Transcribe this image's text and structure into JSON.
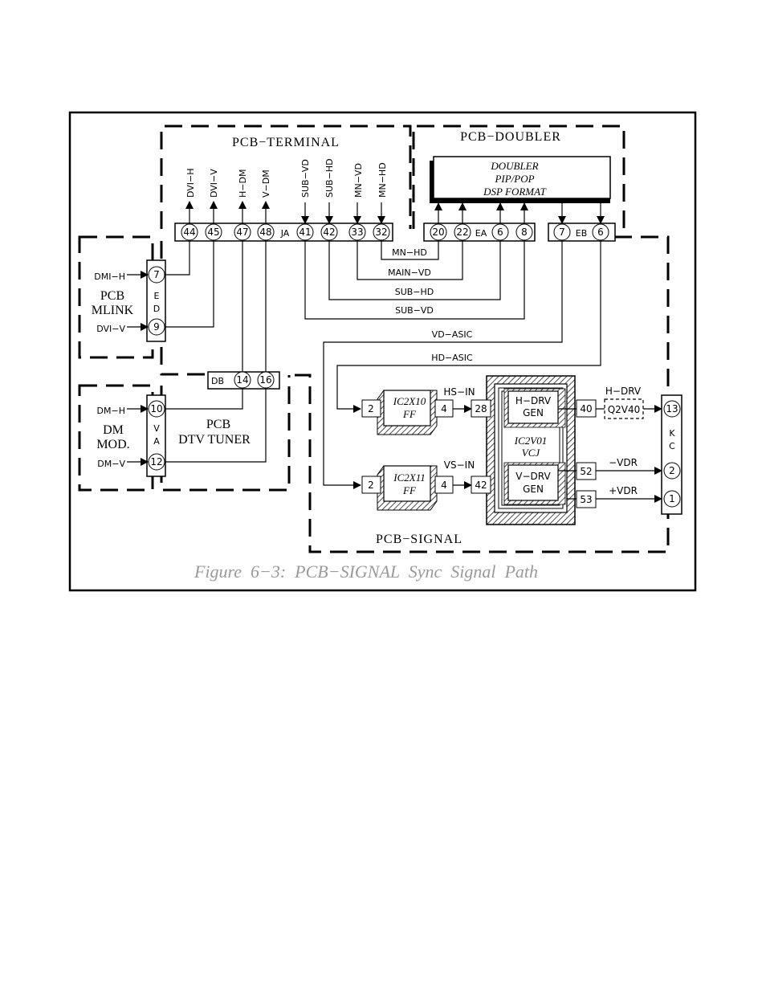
{
  "colors": {
    "ink": "#000000",
    "paper": "#ffffff",
    "caption": "#9a9a9a",
    "shadow": "#000000"
  },
  "boards": {
    "terminal": "PCB−TERMINAL",
    "doubler": "PCB−DOUBLER",
    "mlink_line1": "PCB",
    "mlink_line2": "MLINK",
    "dm_line1": "DM",
    "dm_line2": "MOD.",
    "dtv_line1": "PCB",
    "dtv_line2": "DTV  TUNER",
    "signal": "PCB−SIGNAL"
  },
  "doubler_block": {
    "line1": "DOUBLER",
    "line2": "PIP/POP",
    "line3": "DSP FORMAT"
  },
  "terminal_signals": [
    "DVI−H",
    "DVI−V",
    "H−DM",
    "V−DM",
    "SUB−VD",
    "SUB−HD",
    "MN−VD",
    "MN−HD"
  ],
  "connectors": {
    "ja": {
      "name": "JA",
      "pins": [
        "44",
        "45",
        "47",
        "48",
        "41",
        "42",
        "33",
        "32"
      ]
    },
    "ea": {
      "name": "EA",
      "pins": [
        "20",
        "22",
        "6",
        "8"
      ]
    },
    "eb": {
      "name": "EB",
      "pins": [
        "7",
        "6"
      ]
    },
    "ed": {
      "name": "E\nD",
      "pins": [
        "7",
        "9"
      ]
    },
    "va": {
      "name": "V\nA",
      "pins": [
        "10",
        "12"
      ]
    },
    "db": {
      "name": "DB",
      "pins": [
        "14",
        "16"
      ]
    },
    "kc": {
      "name": "K\nC",
      "pins": [
        "13",
        "2",
        "1"
      ]
    }
  },
  "input_labels": {
    "dmi_h": "DMI−H",
    "dvi_v": "DVI−V",
    "dm_h": "DM−H",
    "dm_v": "DM−V"
  },
  "route_labels": {
    "mn_hd": "MN−HD",
    "main_vd": "MAIN−VD",
    "sub_hd": "SUB−HD",
    "sub_vd": "SUB−VD",
    "vd_asic": "VD−ASIC",
    "hd_asic": "HD−ASIC"
  },
  "ics": {
    "ic2x10": {
      "line1": "IC2X10",
      "line2": "FF",
      "pin_in": "2",
      "pin_out": "4"
    },
    "ic2x11": {
      "line1": "IC2X11",
      "line2": "FF",
      "pin_in": "2",
      "pin_out": "4"
    },
    "ic2v01": {
      "line1": "IC2V01",
      "line2": "VCJ",
      "pin_hs": "28",
      "pin_vs": "42",
      "pin_hdrv": "40",
      "pin_vdr_neg": "52",
      "pin_vdr_pos": "53"
    },
    "hdrv_gen": {
      "line1": "H−DRV",
      "line2": "GEN"
    },
    "vdrv_gen": {
      "line1": "V−DRV",
      "line2": "GEN"
    },
    "q2v40": "Q2V40"
  },
  "signal_labels": {
    "hs_in": "HS−IN",
    "vs_in": "VS−IN",
    "h_drv": "H−DRV",
    "neg_vdr": "−VDR",
    "pos_vdr": "+VDR"
  },
  "caption": "Figure  6−3:  PCB−SIGNAL  Sync  Signal  Path"
}
